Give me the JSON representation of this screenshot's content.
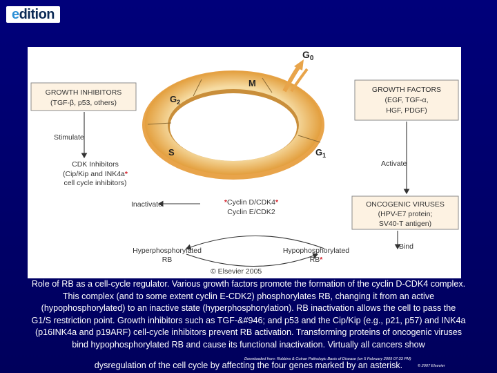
{
  "logo": {
    "prefix": "e",
    "rest": "dition"
  },
  "diagram": {
    "g0": "G",
    "g0_sub": "0",
    "phase_m": "M",
    "phase_g2": "G",
    "phase_g2_sub": "2",
    "phase_s": "S",
    "phase_g1": "G",
    "phase_g1_sub": "1",
    "growth_inhibitors": {
      "line1": "GROWTH INHIBITORS",
      "line2": "(TGF-β, p53, others)"
    },
    "growth_factors": {
      "line1": "GROWTH FACTORS",
      "line2": "(EGF, TGF-α,",
      "line3": "HGF, PDGF)"
    },
    "stimulate": "Stimulate",
    "cdk_inhibitors": {
      "line1": "CDK Inhibitors",
      "line2": "(Cip/Kip and INK4a",
      "line2_star": "*",
      "line3": "cell cycle inhibitors)"
    },
    "activate": "Activate",
    "inactivate": "Inactivate",
    "cyclin_d": "Cyclin D/CDK4",
    "cyclin_star": "*",
    "cyclin_e": "Cyclin E/CDK2",
    "oncogenic_viruses": {
      "line1": "ONCOGENIC VIRUSES",
      "line2": "(HPV-E7 protein;",
      "line3": "SV40-T antigen)"
    },
    "bind": "Bind",
    "hyper": {
      "line1": "Hyperphosphorylated",
      "line2": "RB"
    },
    "hypo": {
      "line1": "Hypophosphorylated",
      "line2": "RB",
      "star": "*"
    },
    "copyright": "© Elsevier 2005"
  },
  "caption": {
    "body": "Role of RB as a cell-cycle regulator. Various growth factors promote the formation of the cyclin D-CDK4 complex. This complex (and to some extent cyclin E-CDK2) phosphorylates RB, changing it from an active (hypophosphorylated) to an inactive state (hyperphosphorylation). RB inactivation allows the cell to pass the G1/S restriction point. Growth inhibitors such as TGF-&#946; and p53 and the Cip/Kip (e.g., p21, p57) and INK4a (p16INK4a and p19ARF) cell-cycle inhibitors prevent RB activation. Transforming proteins of oncogenic viruses bind hypophosphorylated RB and cause its functional inactivation. Virtually all cancers show",
    "last_line": "dysregulation of the cell cycle by affecting the four genes marked by an asterisk.",
    "source_note": "Downloaded from: Robbins & Cotran Pathologic Basis of Disease (on 5 February 2009 07:33 PM)",
    "copyright_note": "© 2007 Elsevier"
  },
  "colors": {
    "background": "#00006e",
    "ring_outer": "#e8a84a",
    "ring_inner": "#f6dca3",
    "box_fill": "#fdf2e2",
    "box_stroke": "#8a8a8a",
    "asterisk_red": "#d4202a"
  }
}
